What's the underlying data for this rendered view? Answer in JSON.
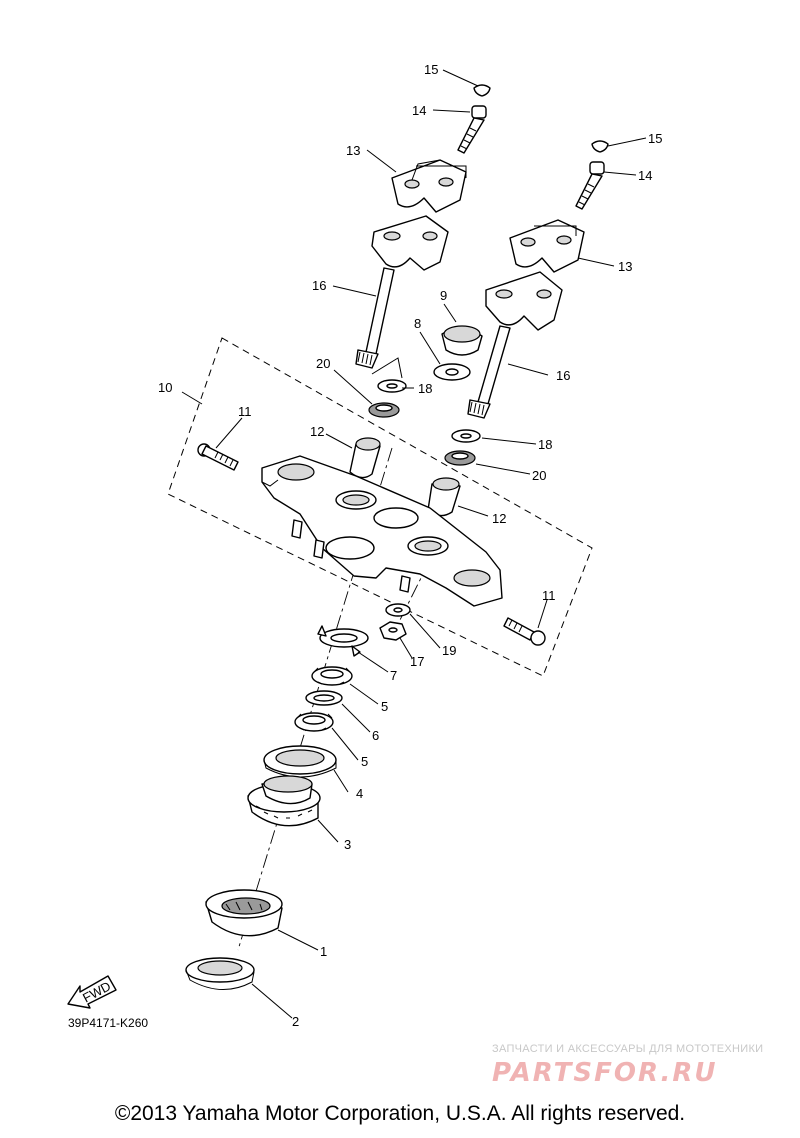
{
  "diagram": {
    "code": "39P4171-K260",
    "fwd_label": "FWD",
    "copyright": "©2013 Yamaha Motor Corporation, U.S.A. All rights reserved.",
    "watermark_subtitle": "ЗАПЧАСТИ И АКСЕССУАРЫ ДЛЯ МОТОТЕХНИКИ",
    "watermark_logo": "PARTSFOR.RU"
  },
  "callouts": {
    "c1": "1",
    "c2": "2",
    "c3": "3",
    "c4": "4",
    "c5a": "5",
    "c5b": "5",
    "c6": "6",
    "c7": "7",
    "c8": "8",
    "c9": "9",
    "c10": "10",
    "c11a": "11",
    "c11b": "11",
    "c12a": "12",
    "c12b": "12",
    "c13a": "13",
    "c13b": "13",
    "c14a": "14",
    "c14b": "14",
    "c15a": "15",
    "c15b": "15",
    "c16a": "16",
    "c16b": "16",
    "c17": "17",
    "c18a": "18",
    "c18b": "18",
    "c19": "19",
    "c20a": "20",
    "c20b": "20"
  }
}
